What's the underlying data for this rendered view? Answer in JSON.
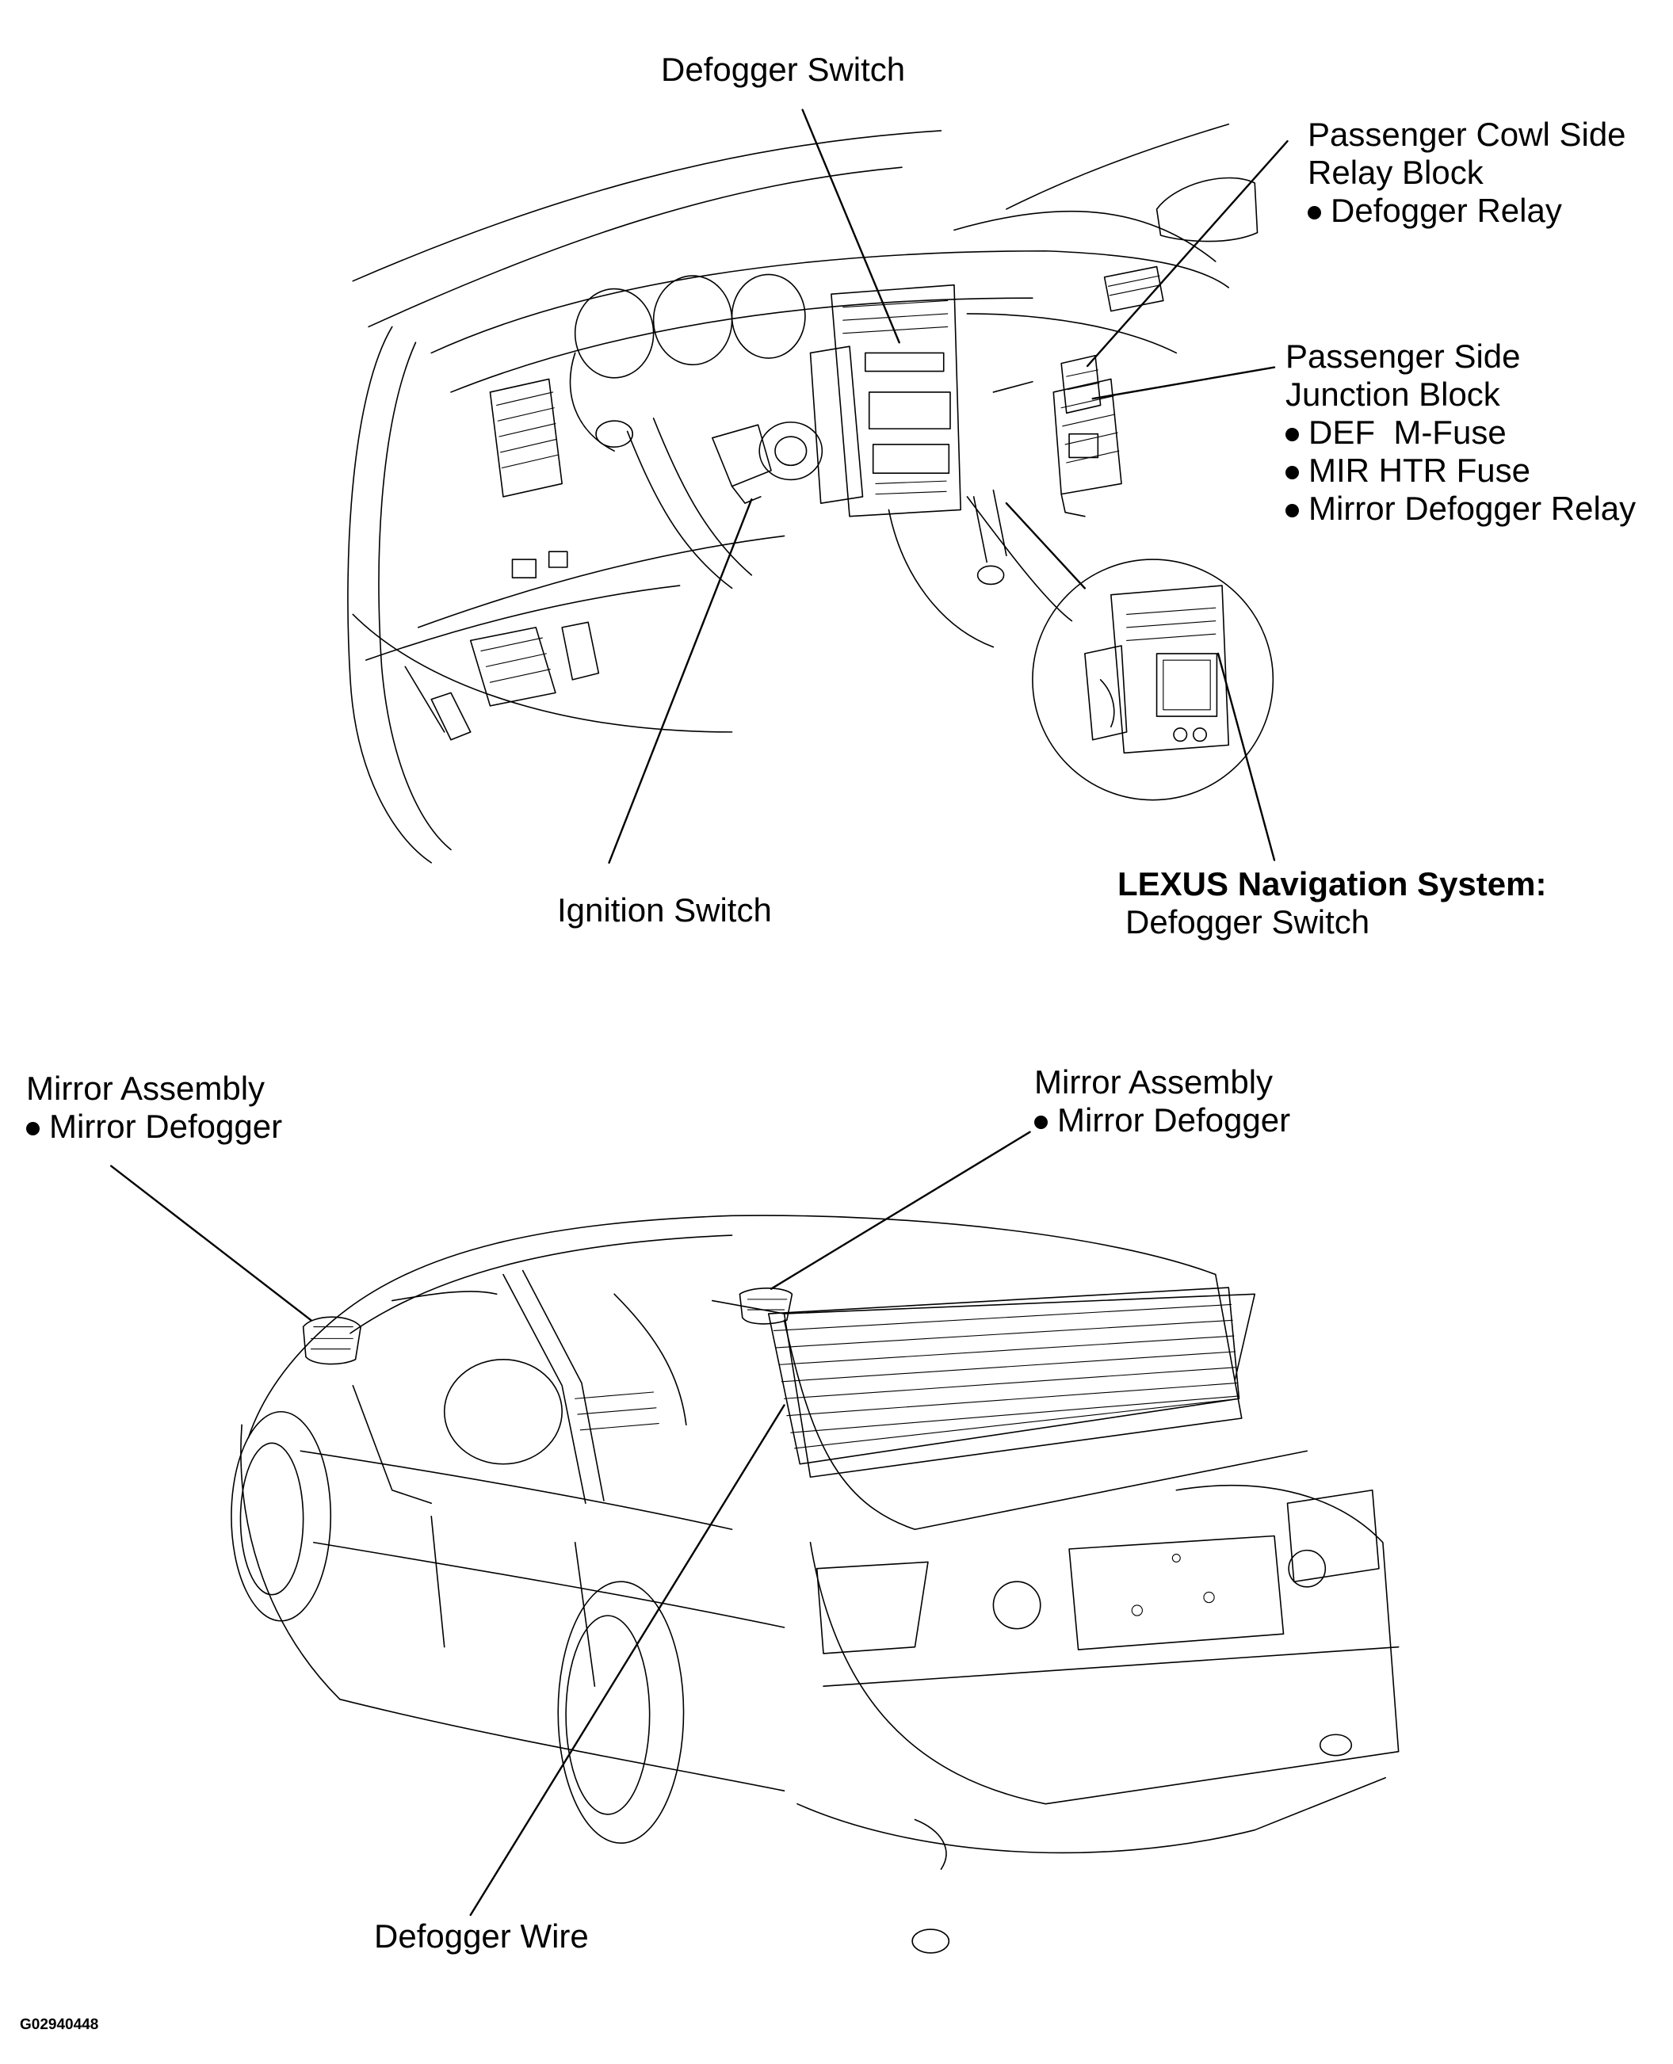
{
  "labels": {
    "defogger_switch": "Defogger Switch",
    "cowl_block": {
      "line1": "Passenger Cowl Side",
      "line2": "Relay Block",
      "items": [
        "Defogger Relay"
      ]
    },
    "junction_block": {
      "line1": "Passenger Side",
      "line2": "Junction Block",
      "items": [
        "DEF  M-Fuse",
        "MIR HTR Fuse",
        "Mirror Defogger Relay"
      ]
    },
    "ignition_switch": "Ignition Switch",
    "nav_system": {
      "title": "LEXUS Navigation System:",
      "item": "Defogger Switch"
    },
    "mirror_left": {
      "line1": "Mirror Assembly",
      "item": "Mirror Defogger"
    },
    "mirror_right": {
      "line1": "Mirror Assembly",
      "item": "Mirror Defogger"
    },
    "defogger_wire": "Defogger Wire",
    "figure_code": "G02940448"
  }
}
